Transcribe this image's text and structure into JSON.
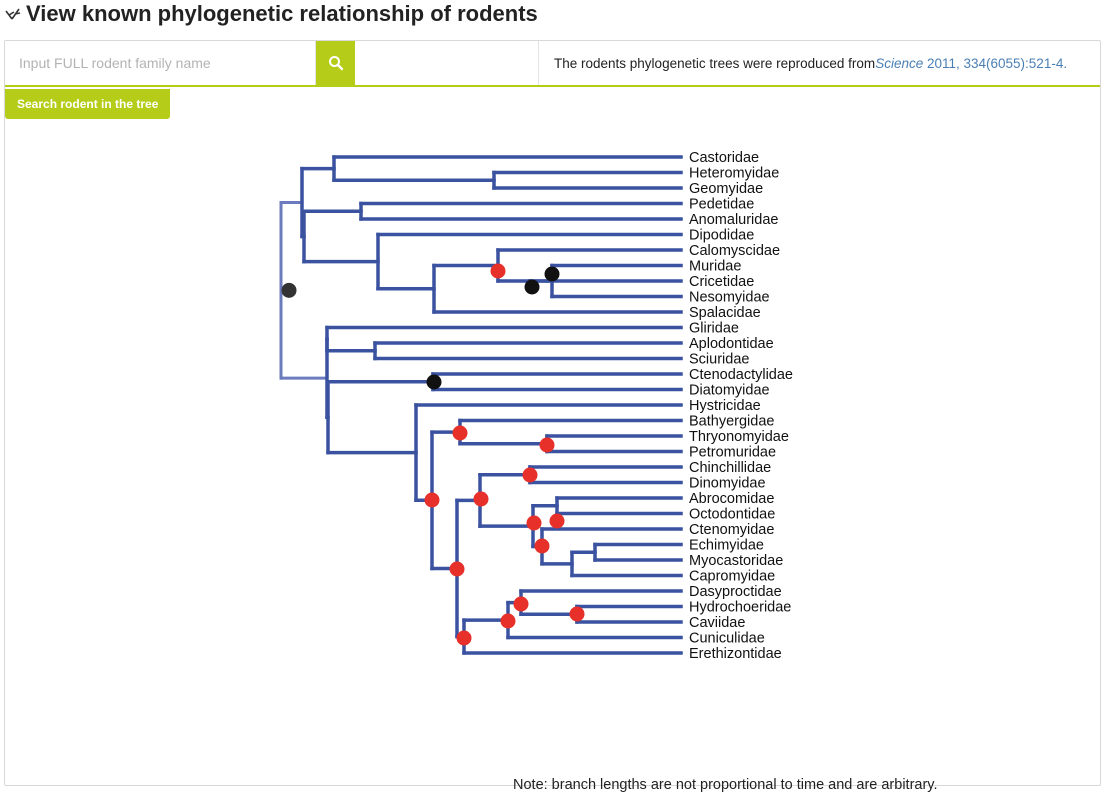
{
  "header": {
    "title": "View known phylogenetic relationship of rodents"
  },
  "search": {
    "placeholder": "Input FULL rodent family name",
    "value": ""
  },
  "source": {
    "prefix": "The rodents phylogenetic trees were reproduced from",
    "journal": "Science",
    "citation": " 2011, 334(6055):521-4."
  },
  "tabs": {
    "search_tree_label": "Search rodent in the tree"
  },
  "tree": {
    "taxa": [
      "Castoridae",
      "Heteromyidae",
      "Geomyidae",
      "Pedetidae",
      "Anomaluridae",
      "Dipodidae",
      "Calomyscidae",
      "Muridae",
      "Cricetidae",
      "Nesomyidae",
      "Spalacidae",
      "Gliridae",
      "Aplodontidae",
      "Sciuridae",
      "Ctenodactylidae",
      "Diatomyidae",
      "Hystricidae",
      "Bathyergidae",
      "Thryonomyidae",
      "Petromuridae",
      "Chinchillidae",
      "Dinomyidae",
      "Abrocomidae",
      "Octodontidae",
      "Ctenomyidae",
      "Echimyidae",
      "Myocastoridae",
      "Capromyidae",
      "Dasyproctidae",
      "Hydrochoeridae",
      "Caviidae",
      "Cuniculidae",
      "Erethizontidae"
    ],
    "branch_color": "#3a52a0",
    "root_color": "#6b7bbd",
    "marker_red": "#e8302a",
    "marker_black": "#111111",
    "marker_root": "#333333"
  },
  "note": "Note: branch lengths are not proportional to time and are arbitrary."
}
